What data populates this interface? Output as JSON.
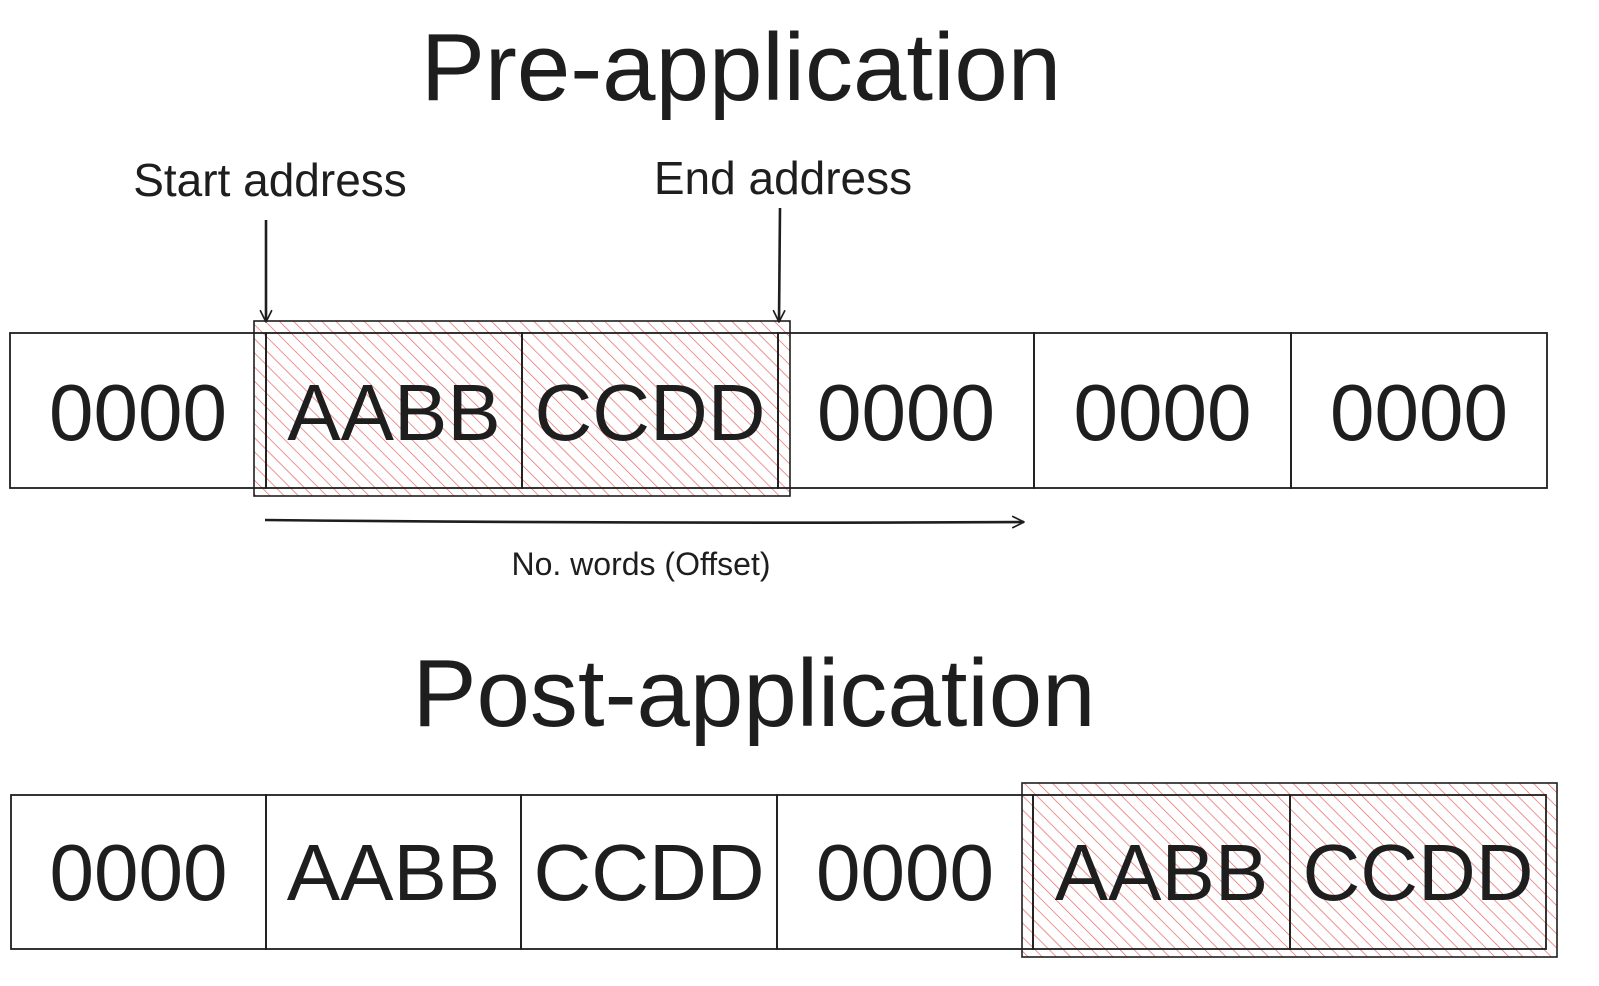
{
  "pre": {
    "title": "Pre-application",
    "start_label": "Start address",
    "end_label": "End address",
    "offset_label": "No. words (Offset)",
    "cells": [
      "0000",
      "AABB",
      "CCDD",
      "0000",
      "0000",
      "0000"
    ],
    "highlighted": [
      1,
      2
    ]
  },
  "post": {
    "title": "Post-application",
    "cells": [
      "0000",
      "AABB",
      "CCDD",
      "0000",
      "AABB",
      "CCDD"
    ],
    "highlighted": [
      4,
      5
    ]
  },
  "colors": {
    "ink": "#1e1e1e",
    "highlight": "#e03131"
  }
}
